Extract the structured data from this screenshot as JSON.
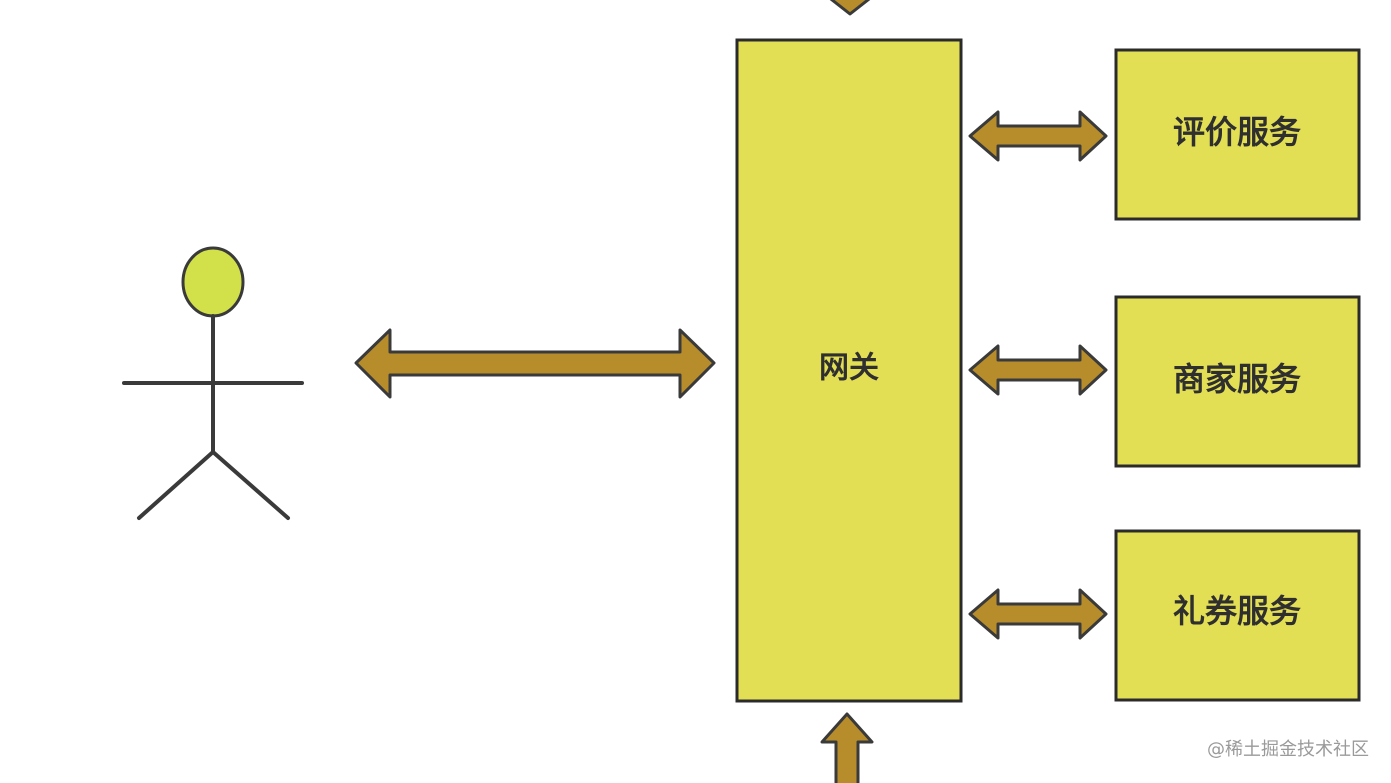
{
  "gateway": {
    "label": "网关"
  },
  "services": [
    {
      "label": "评价服务"
    },
    {
      "label": "商家服务"
    },
    {
      "label": "礼券服务"
    }
  ],
  "watermark": "@稀土掘金技术社区",
  "colors": {
    "box_fill": "#e3df55",
    "box_stroke": "#2b2b2b",
    "arrow_fill": "#b78d2c",
    "arrow_stroke": "#3a3a3a",
    "user_head": "#d2e04a",
    "user_lines": "#3a3a3a"
  },
  "icons": {
    "user": "stick-figure-icon"
  }
}
